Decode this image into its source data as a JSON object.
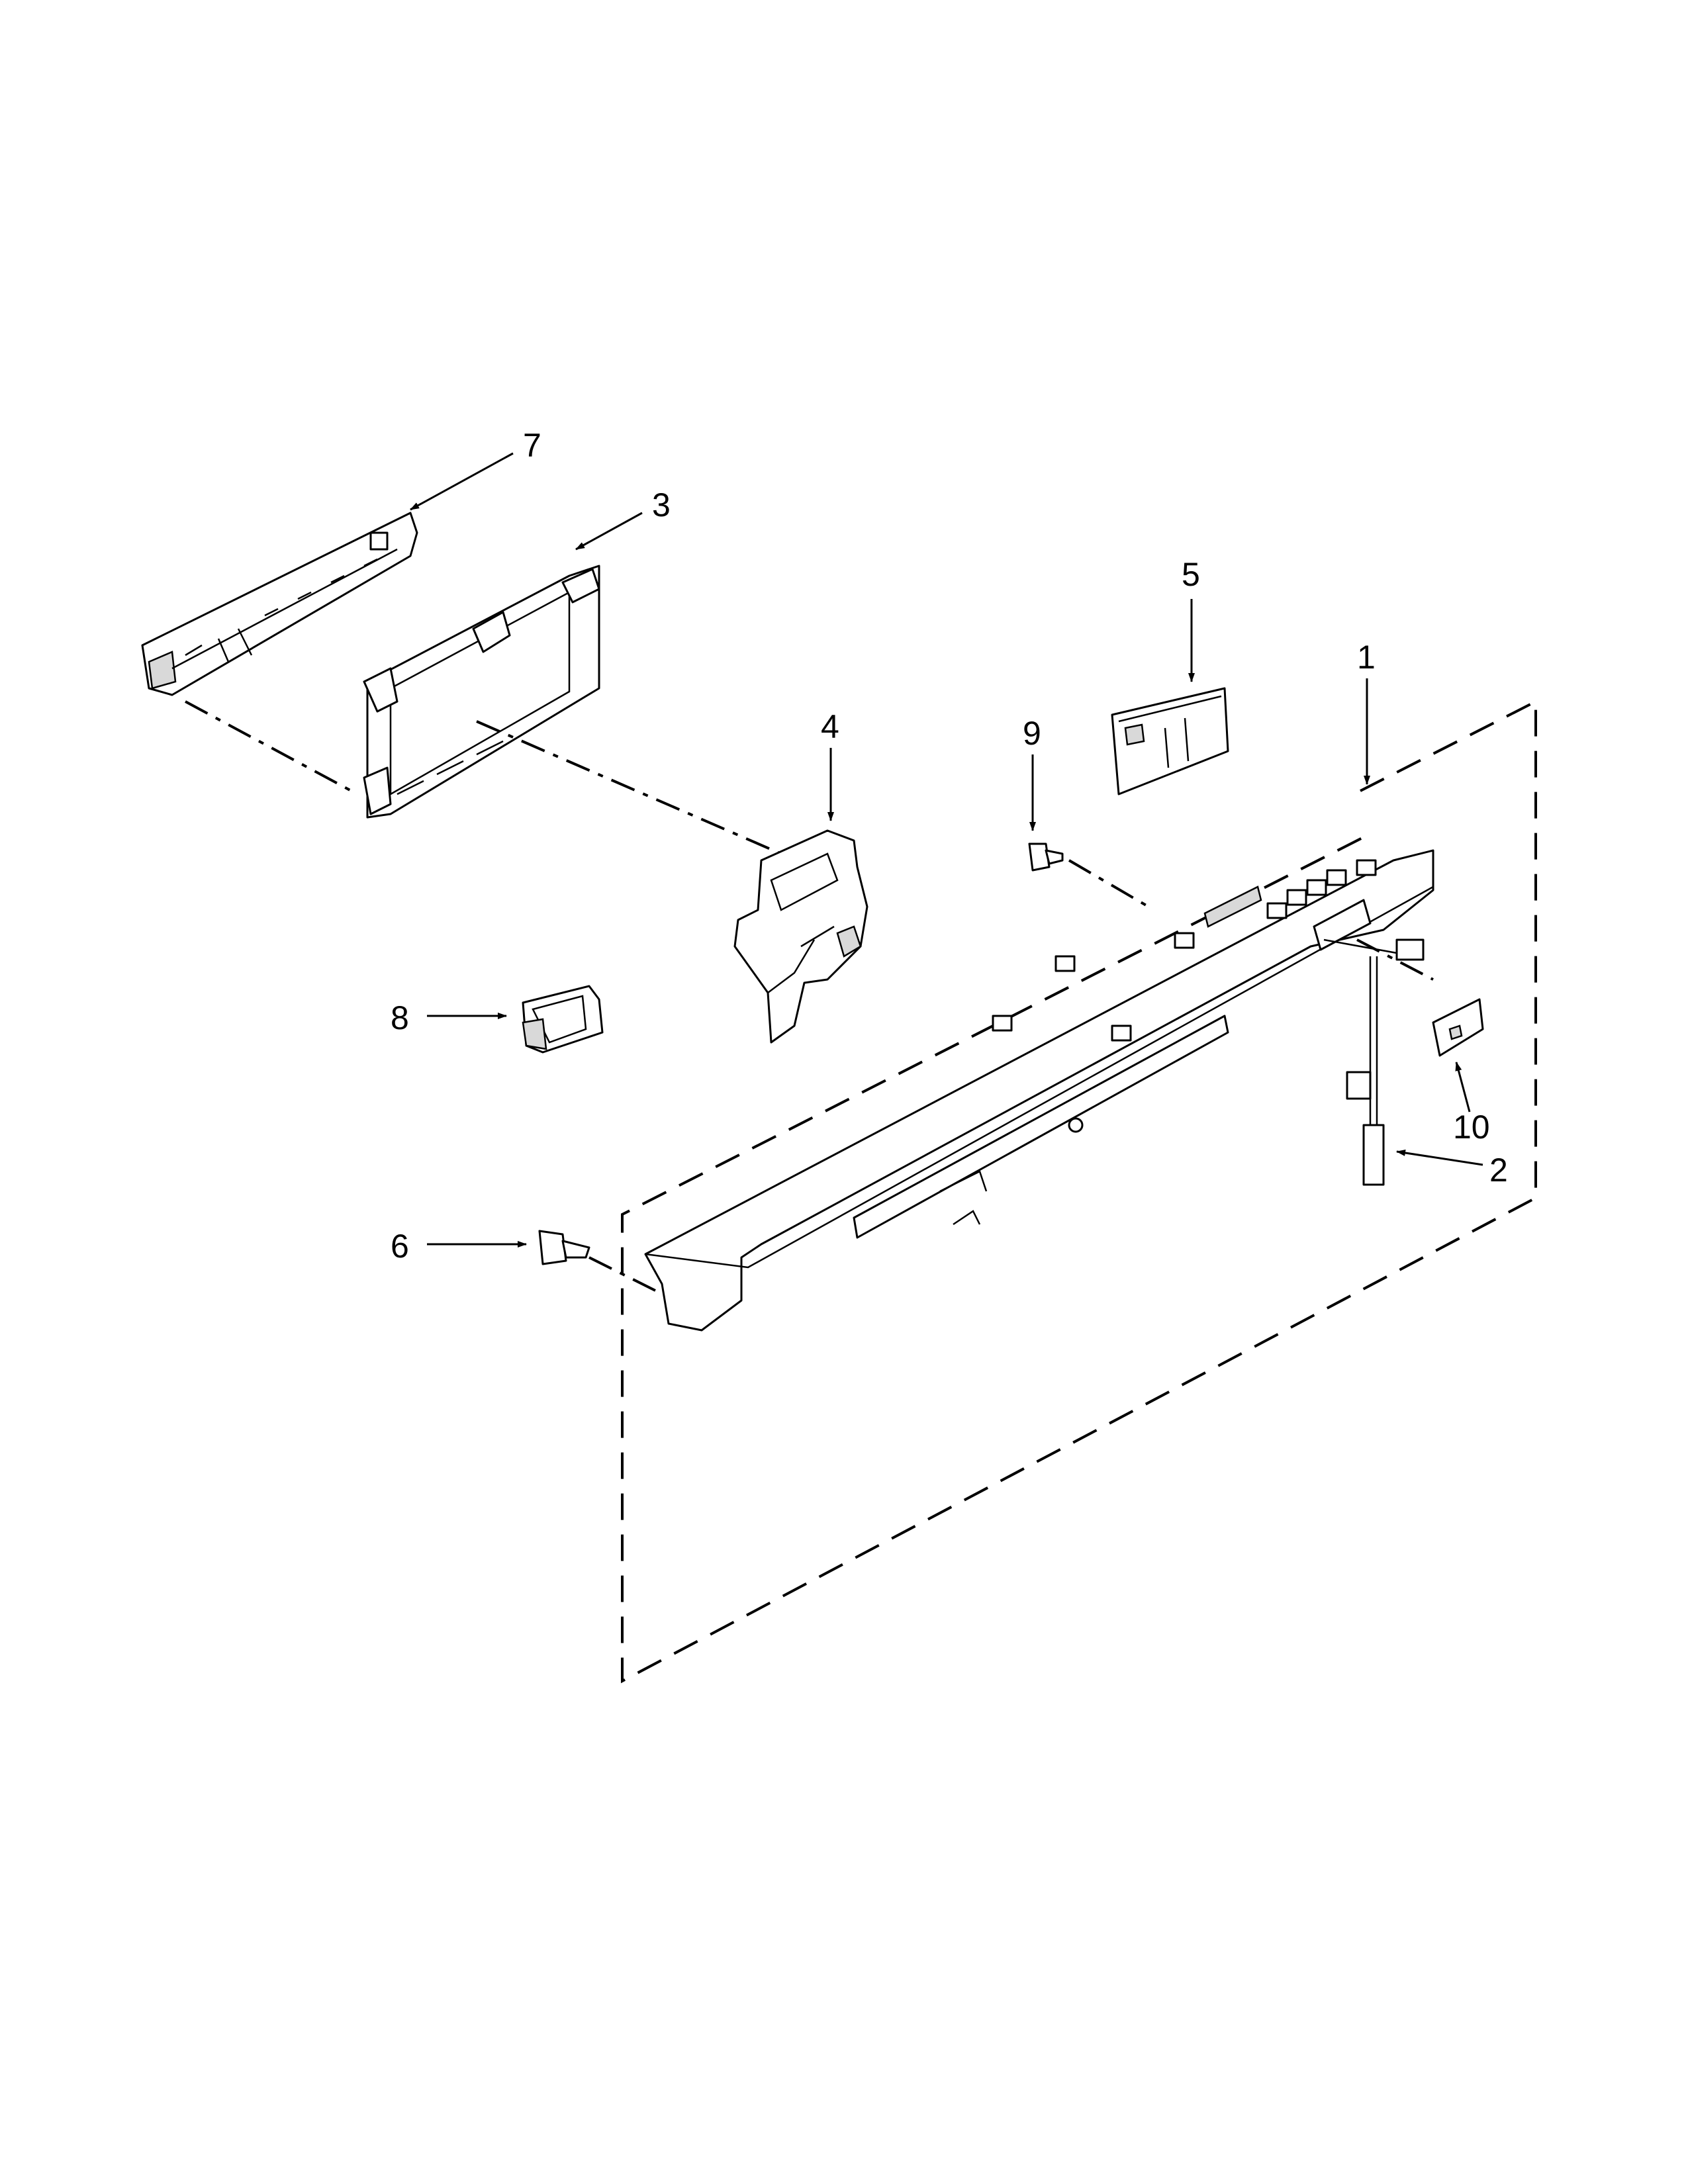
{
  "callouts": [
    {
      "id": "1",
      "label": "1"
    },
    {
      "id": "2",
      "label": "2"
    },
    {
      "id": "3",
      "label": "3"
    },
    {
      "id": "4",
      "label": "4"
    },
    {
      "id": "5",
      "label": "5"
    },
    {
      "id": "6",
      "label": "6"
    },
    {
      "id": "7",
      "label": "7"
    },
    {
      "id": "8",
      "label": "8"
    },
    {
      "id": "9",
      "label": "9"
    },
    {
      "id": "10",
      "label": "10"
    }
  ]
}
